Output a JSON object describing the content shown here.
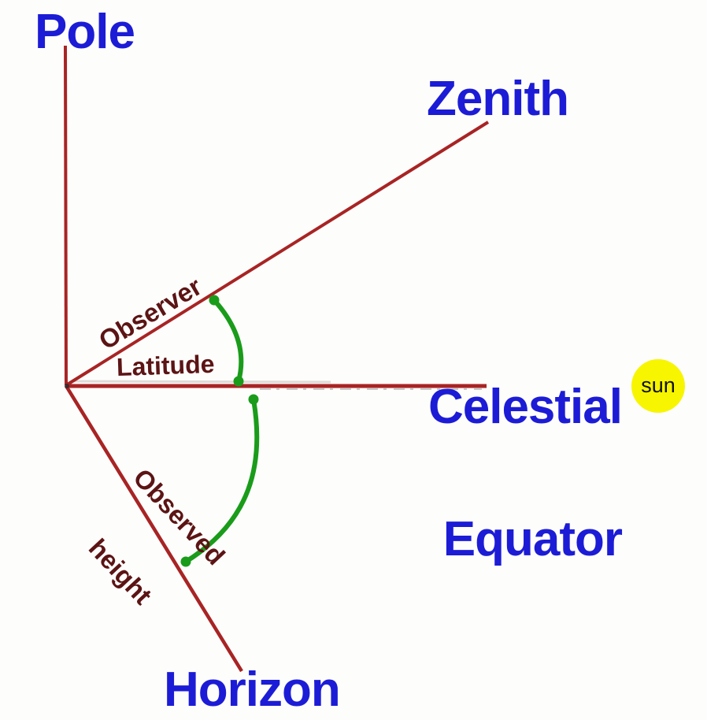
{
  "labels": {
    "pole": "Pole",
    "zenith": "Zenith",
    "celestial_equator": {
      "line1": "Celestial",
      "line2": "Equator"
    },
    "horizon": "Horizon",
    "observer_latitude": {
      "line1": "Observer",
      "line2": "Latitude"
    },
    "observed_height": {
      "line1": "Observed",
      "line2": "height"
    },
    "sun": "sun"
  },
  "colors": {
    "line_red": "#a82424",
    "label_blue": "#1c1cd6",
    "label_maroon": "#5c1414",
    "arc_green": "#1a9c1a",
    "sun_yellow": "#f7f500",
    "sun_text_black": "#111111",
    "background": "#fdfdfc"
  }
}
